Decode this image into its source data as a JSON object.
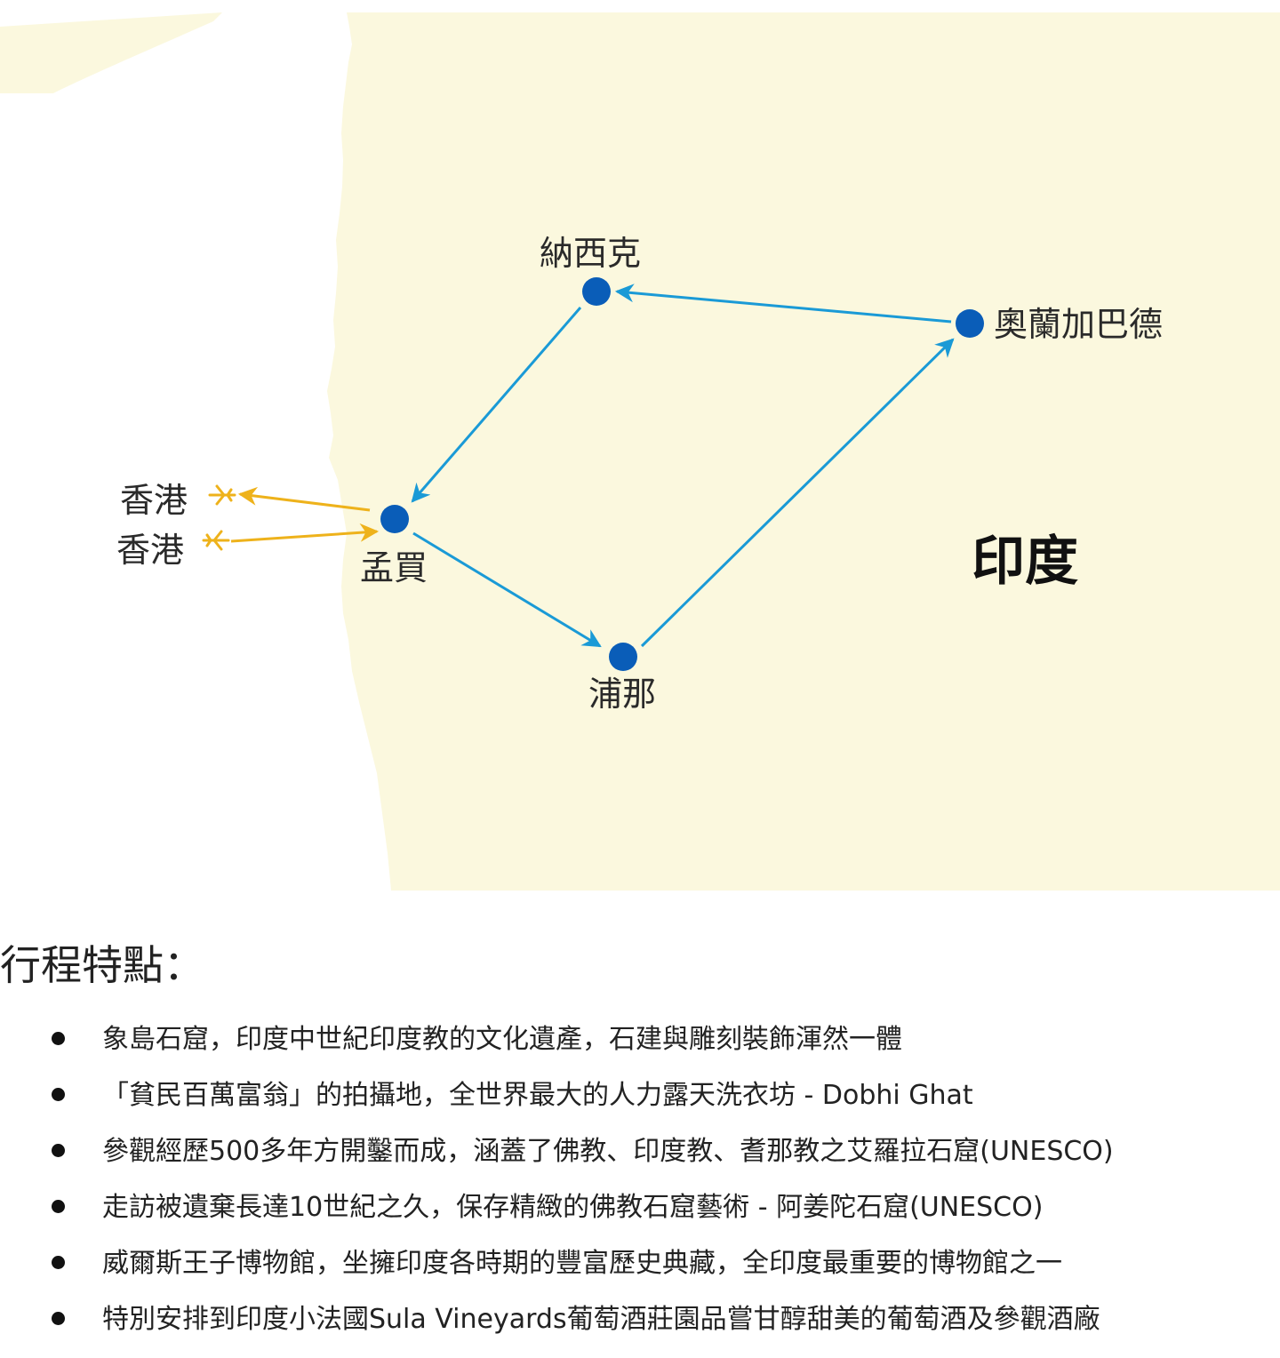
{
  "map": {
    "land_color": "#fbf8de",
    "route_color": "#1a9ad6",
    "flight_color": "#eeb21b",
    "dot_color": "#0a5db8",
    "country": "印度",
    "cities": {
      "nashik": "納西克",
      "aurangabad": "奧蘭加巴德",
      "mumbai": "孟買",
      "pune": "浦那",
      "hongkong_inbound": "香港",
      "hongkong_outbound": "香港"
    }
  },
  "features": {
    "heading": "行程特點：",
    "items": [
      "象島石窟，印度中世紀印度教的文化遺產，石建與雕刻裝飾渾然一體",
      "「貧民百萬富翁」的拍攝地，全世界最大的人力露天洗衣坊 - Dobhi Ghat",
      "參觀經歷500多年方開鑿而成，涵蓋了佛教、印度教、耆那教之艾羅拉石窟(UNESCO)",
      "走訪被遺棄長達10世紀之久，保存精緻的佛教石窟藝術 - 阿姜陀石窟(UNESCO)",
      "威爾斯王子博物館，坐擁印度各時期的豐富歷史典藏，全印度最重要的博物館之一",
      "特別安排到印度小法國Sula Vineyards葡萄酒莊園品嘗甘醇甜美的葡萄酒及參觀酒廠"
    ]
  }
}
